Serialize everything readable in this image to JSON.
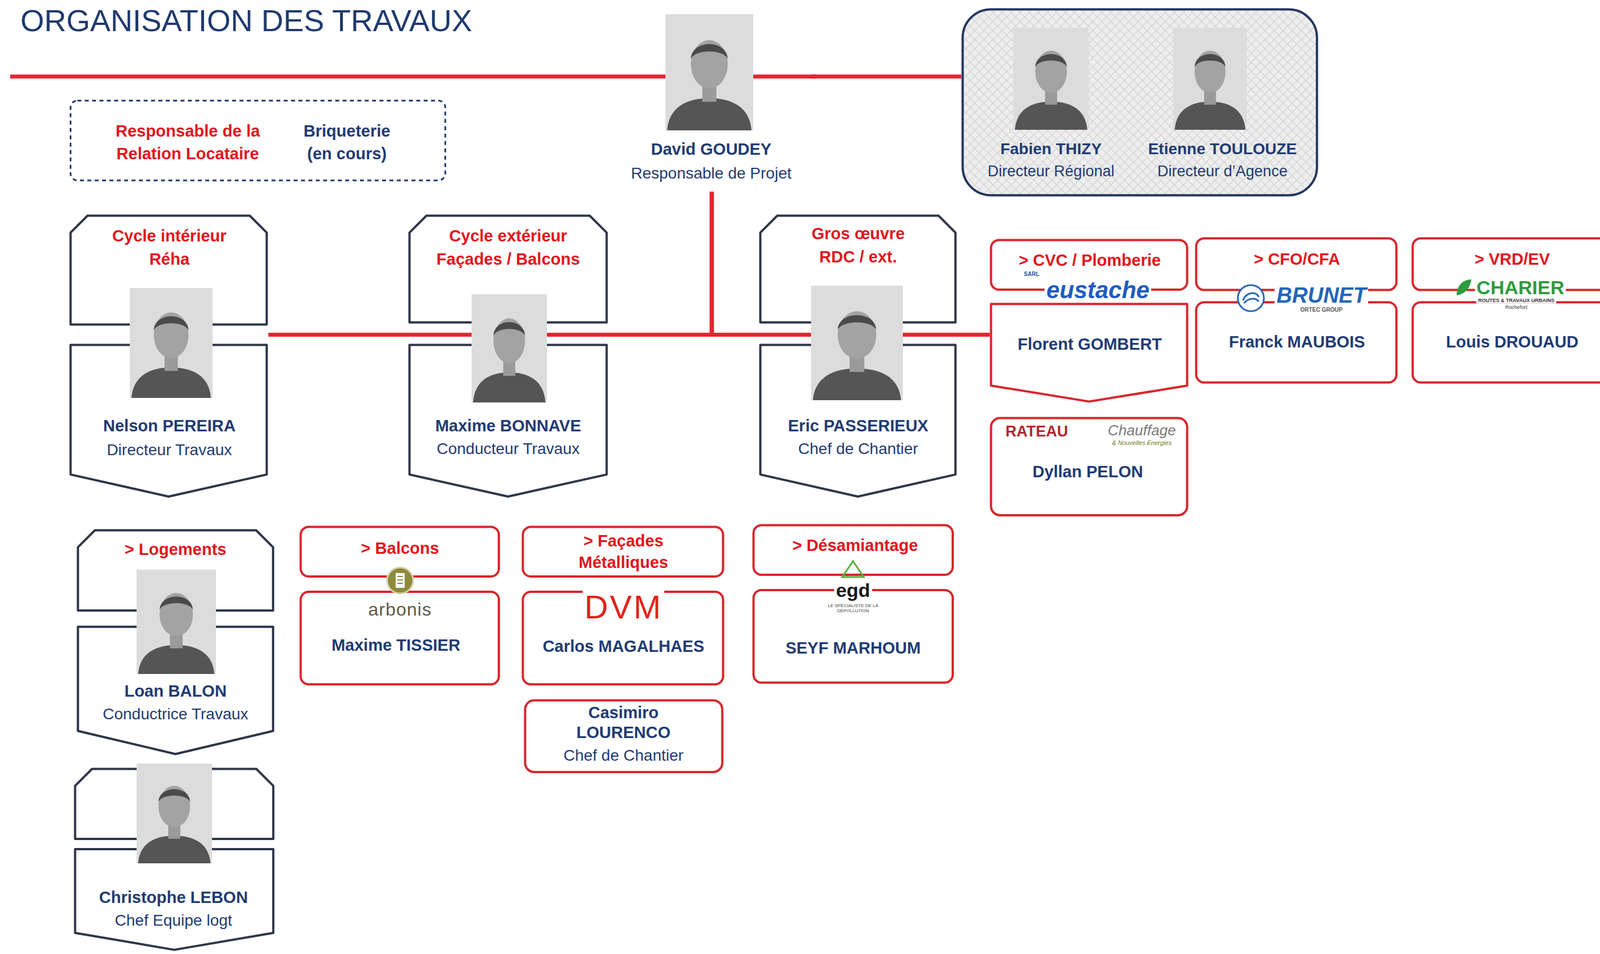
{
  "diagram": {
    "title": "ORGANISATION DES TRAVAUX",
    "nodes": [
      {
        "text": [
          "David GOUDEY",
          "Responsable de Projet"
        ]
      },
      {
        "text": [
          "Fabien THIZY",
          "Directeur Régional",
          "Etienne TOULOUZE",
          "Directeur d’Agence"
        ]
      },
      {
        "text": [
          "Responsable de la Relation Locataire",
          "Briqueterie (en cours)"
        ]
      },
      {
        "text": [
          "Cycle intérieur Réha",
          "Nelson PEREIRA",
          "Directeur Travaux"
        ]
      },
      {
        "text": [
          "Cycle extérieur Façades / Balcons",
          "Maxime BONNAVE",
          "Conducteur Travaux"
        ]
      },
      {
        "text": [
          "Gros œuvre RDC / ext.",
          "Eric PASSERIEUX",
          "Chef de Chantier"
        ]
      },
      {
        "text": [
          "> CVC / Plomberie",
          "SARL",
          "eustache",
          "Florent GOMBERT"
        ]
      },
      {
        "text": [
          "> CFO/CFA",
          "BRUNET",
          "ORTEC GROUP",
          "Franck MAUBOIS"
        ]
      },
      {
        "text": [
          "> VRD/EV",
          "CHARIER",
          "ROUTES & TRAVAUX URBAINS",
          "Rochefort",
          "Louis DROUAUD"
        ]
      },
      {
        "text": [
          "RATEAU",
          "Chauffage",
          "& Nouvelles Energies",
          "Dyllan PELON"
        ]
      },
      {
        "text": [
          "> Logements",
          "Loan BALON",
          "Conductrice Travaux"
        ]
      },
      {
        "text": [
          "> Balcons",
          "arbonis",
          "Maxime TISSIER"
        ]
      },
      {
        "text": [
          "> Façades Métalliques",
          "DVM",
          "Carlos MAGALHAES"
        ]
      },
      {
        "text": [
          "> Désamiantage",
          "egd",
          "LE SPÉCIALISTE DE LA DÉPOLLUTION",
          "SEYF MARHOUM"
        ]
      },
      {
        "text": [
          "Casimiro LOURENCO",
          "Chef de Chantier"
        ]
      },
      {
        "text": [
          "Christophe LEBON",
          "Chef Equipe logt"
        ]
      }
    ],
    "edges": [
      {
        "from": 0,
        "to": 1,
        "arrow": "none"
      },
      {
        "from": 0,
        "to": 3,
        "arrow": "none"
      },
      {
        "from": 0,
        "to": 4,
        "arrow": "none"
      },
      {
        "from": 0,
        "to": 5,
        "arrow": "none"
      },
      {
        "from": 0,
        "to": 6,
        "arrow": "none"
      }
    ]
  }
}
